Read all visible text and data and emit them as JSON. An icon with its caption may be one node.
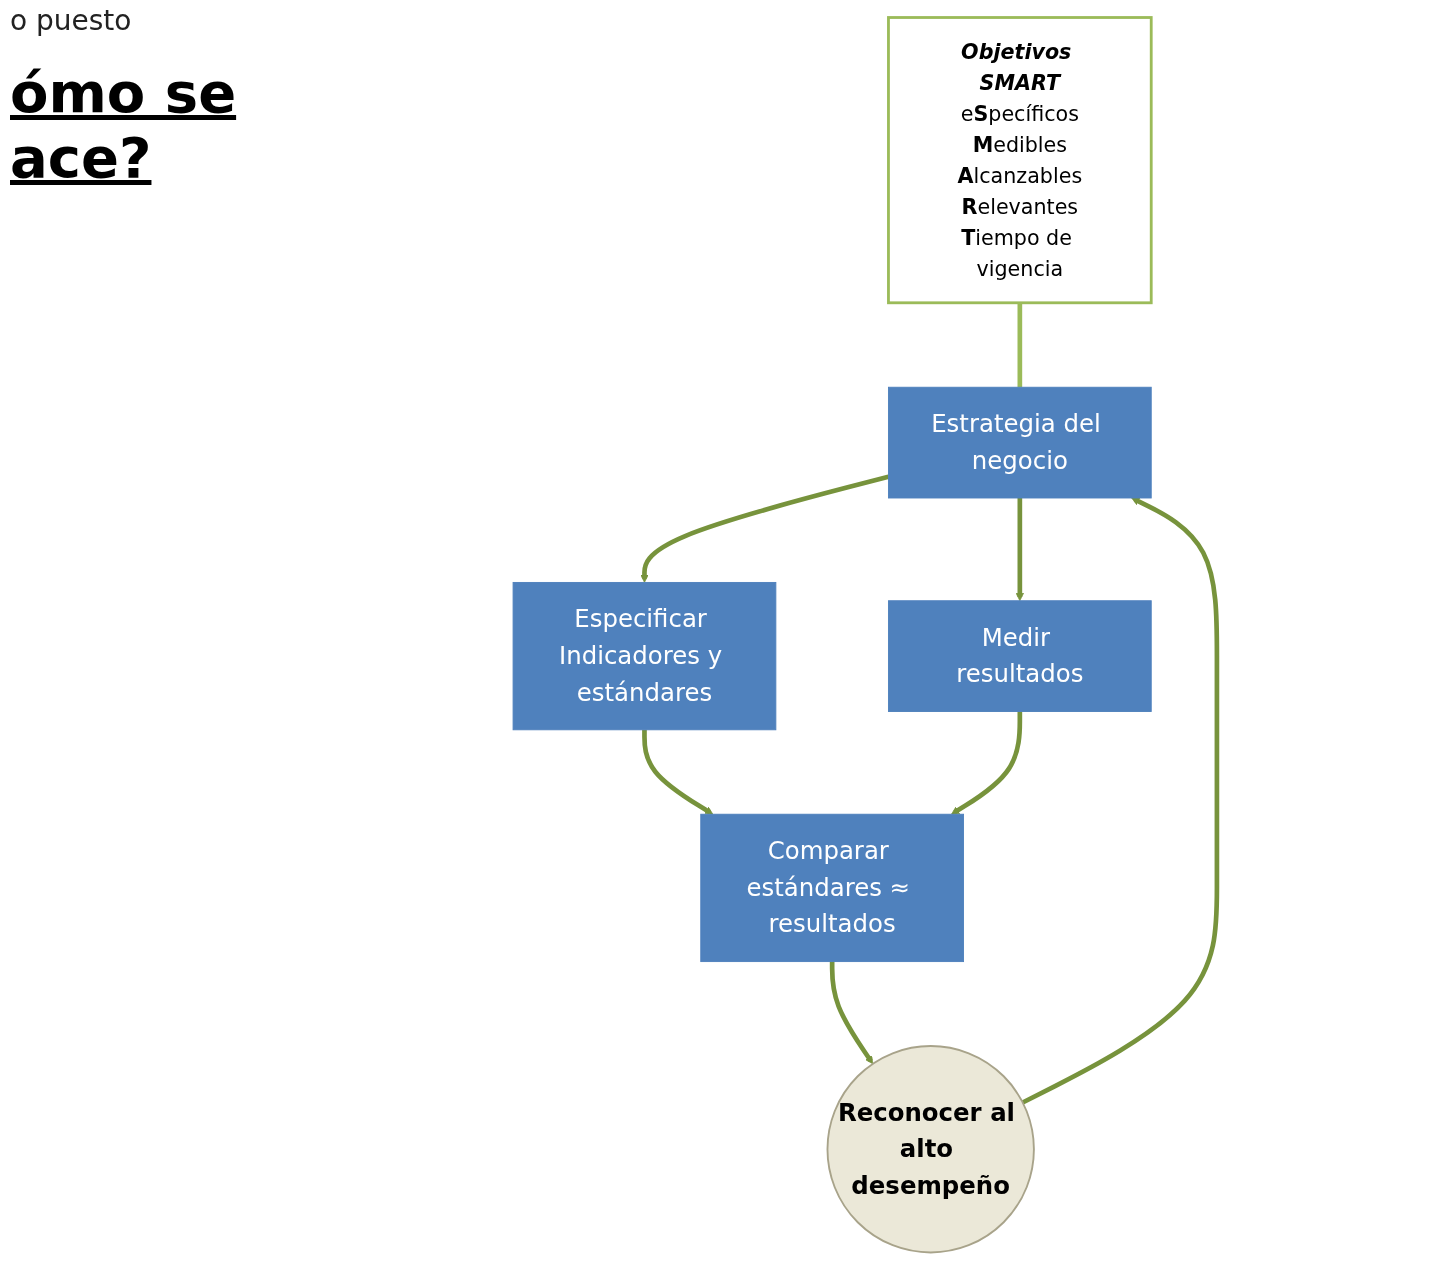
{
  "diagram": {
    "title": "ómo se ace?",
    "nodes": [
      {
        "text": [
          "Objetivos SMART",
          "e**S**pecíficos",
          "**M**edibles",
          "**A**lcanzables",
          "**R**elevantes",
          "**T**iempo de vigencia"
        ]
      },
      {
        "text": [
          "Estrategia del negocio"
        ]
      },
      {
        "text": [
          "Especificar Indicadores y estándares"
        ]
      },
      {
        "text": [
          "Reconocer al alto desempeño"
        ]
      },
      {
        "text": [
          "Medir resultados"
        ]
      },
      {
        "text": [
          "Comparar estándares ≈ resultados"
        ]
      }
    ],
    "edges": [
      {
        "from": 0,
        "to": 1,
        "arrow": "none",
        "color": "#9bbb59"
      },
      {
        "from": 1,
        "to": 2,
        "arrow": "to"
      },
      {
        "from": 1,
        "to": 4,
        "arrow": "to"
      },
      {
        "from": 3,
        "to": 1,
        "arrow": "to"
      },
      {
        "from": 2,
        "to": 5,
        "arrow": "to"
      },
      {
        "from": 4,
        "to": 5,
        "arrow": "to"
      },
      {
        "from": 5,
        "to": 3,
        "arrow": "to"
      }
    ],
    "labels": [
      "o puesto"
    ]
  }
}
